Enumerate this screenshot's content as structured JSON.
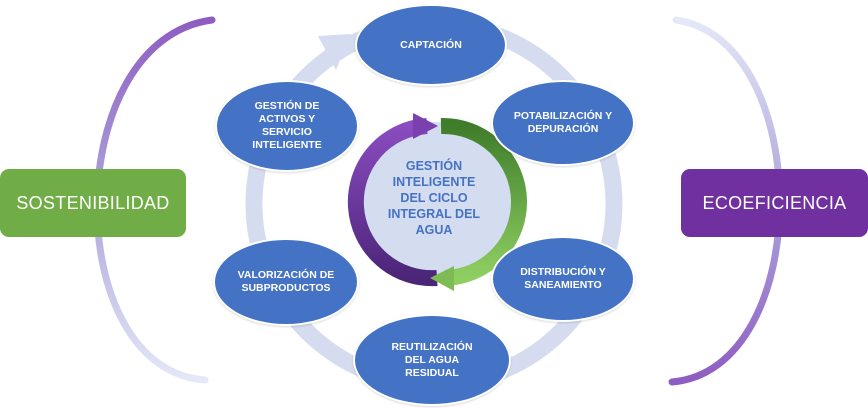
{
  "diagram": {
    "center": {
      "lines": [
        "GESTIÓN",
        "INTELIGENTE",
        "DEL CICLO",
        "INTEGRAL DEL",
        "AGUA"
      ]
    },
    "nodes": [
      {
        "lines": [
          "CAPTACIÓN"
        ]
      },
      {
        "lines": [
          "POTABILIZACIÓN Y",
          "DEPURACIÓN"
        ]
      },
      {
        "lines": [
          "DISTRIBUCIÓN Y",
          "SANEAMIENTO"
        ]
      },
      {
        "lines": [
          "REUTILIZACIÓN",
          "DEL AGUA",
          "RESIDUAL"
        ]
      },
      {
        "lines": [
          "VALORIZACIÓN DE",
          "SUBPRODUCTOS"
        ]
      },
      {
        "lines": [
          "GESTIÓN DE",
          "ACTIVOS Y",
          "SERVICIO",
          "INTELIGENTE"
        ]
      }
    ],
    "left_box": {
      "label": "SOSTENIBILIDAD",
      "color": "#70ad47"
    },
    "right_box": {
      "label": "ECOEFICIENCIA",
      "color": "#7030a0"
    },
    "colors": {
      "node_fill": "#4472c4",
      "ring": "#d6dcf0",
      "center_fill": "#d4dcf0",
      "purple": "#7030a0",
      "green": "#70ad47"
    }
  }
}
